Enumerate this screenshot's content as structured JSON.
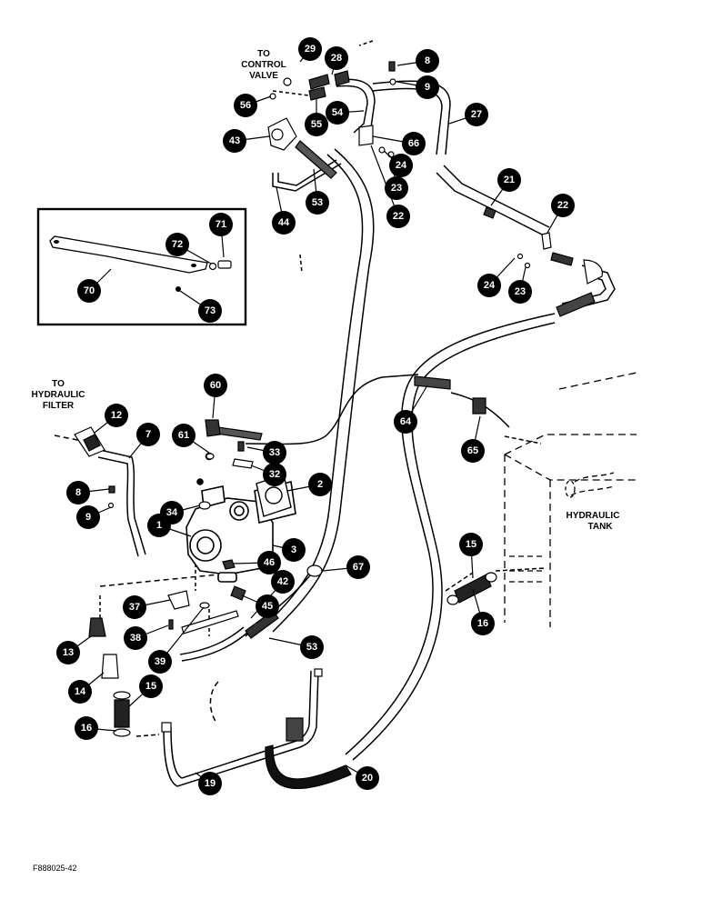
{
  "labels": {
    "to_control_valve_1": "TO",
    "to_control_valve_2": "CONTROL",
    "to_control_valve_3": "VALVE",
    "to_hydraulic_filter_1": "TO",
    "to_hydraulic_filter_2": "HYDRAULIC",
    "to_hydraulic_filter_3": "FILTER",
    "hydraulic_tank_1": "HYDRAULIC",
    "hydraulic_tank_2": "TANK"
  },
  "figure_code": "F888025-42",
  "callouts": [
    {
      "id": "c29",
      "label": "29"
    },
    {
      "id": "c28",
      "label": "28"
    },
    {
      "id": "c8a",
      "label": "8"
    },
    {
      "id": "c9a",
      "label": "9"
    },
    {
      "id": "c56",
      "label": "56"
    },
    {
      "id": "c55",
      "label": "55"
    },
    {
      "id": "c54",
      "label": "54"
    },
    {
      "id": "c27",
      "label": "27"
    },
    {
      "id": "c43",
      "label": "43"
    },
    {
      "id": "c66",
      "label": "66"
    },
    {
      "id": "c24a",
      "label": "24"
    },
    {
      "id": "c23a",
      "label": "23"
    },
    {
      "id": "c21",
      "label": "21"
    },
    {
      "id": "c22a",
      "label": "22"
    },
    {
      "id": "c22b",
      "label": "22"
    },
    {
      "id": "c53a",
      "label": "53"
    },
    {
      "id": "c44",
      "label": "44"
    },
    {
      "id": "c71",
      "label": "71"
    },
    {
      "id": "c72",
      "label": "72"
    },
    {
      "id": "c70",
      "label": "70"
    },
    {
      "id": "c73",
      "label": "73"
    },
    {
      "id": "c24b",
      "label": "24"
    },
    {
      "id": "c23b",
      "label": "23"
    },
    {
      "id": "c60",
      "label": "60"
    },
    {
      "id": "c12",
      "label": "12"
    },
    {
      "id": "c7",
      "label": "7"
    },
    {
      "id": "c61",
      "label": "61"
    },
    {
      "id": "c33",
      "label": "33"
    },
    {
      "id": "c64",
      "label": "64"
    },
    {
      "id": "c65",
      "label": "65"
    },
    {
      "id": "c32",
      "label": "32"
    },
    {
      "id": "c2",
      "label": "2"
    },
    {
      "id": "c8b",
      "label": "8"
    },
    {
      "id": "c9b",
      "label": "9"
    },
    {
      "id": "c34",
      "label": "34"
    },
    {
      "id": "c1",
      "label": "1"
    },
    {
      "id": "c3",
      "label": "3"
    },
    {
      "id": "c46",
      "label": "46"
    },
    {
      "id": "c67",
      "label": "67"
    },
    {
      "id": "c42",
      "label": "42"
    },
    {
      "id": "c15a",
      "label": "15"
    },
    {
      "id": "c16a",
      "label": "16"
    },
    {
      "id": "c37",
      "label": "37"
    },
    {
      "id": "c45",
      "label": "45"
    },
    {
      "id": "c38",
      "label": "38"
    },
    {
      "id": "c53b",
      "label": "53"
    },
    {
      "id": "c39",
      "label": "39"
    },
    {
      "id": "c13",
      "label": "13"
    },
    {
      "id": "c14",
      "label": "14"
    },
    {
      "id": "c15b",
      "label": "15"
    },
    {
      "id": "c16b",
      "label": "16"
    },
    {
      "id": "c19",
      "label": "19"
    },
    {
      "id": "c20",
      "label": "20"
    }
  ]
}
